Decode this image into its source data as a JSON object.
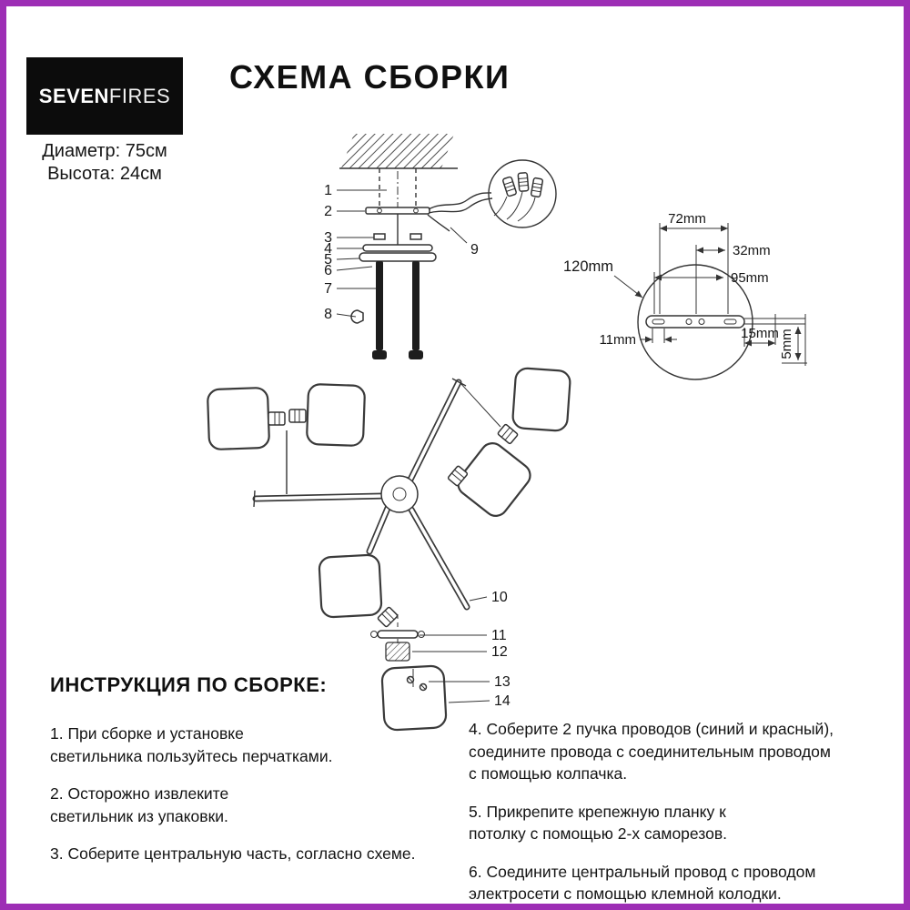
{
  "meta": {
    "accent_border_color": "#9d2eb5",
    "logo_background_color": "#0c0c0c",
    "drawing_line_color": "#333333"
  },
  "brand": {
    "bold": "SEVEN",
    "light": "FIRES"
  },
  "header": {
    "title": "СХЕМА СБОРКИ"
  },
  "specs": {
    "diameter": "Диаметр: 75см",
    "height": "Высота: 24см"
  },
  "callouts": {
    "c1": "1",
    "c2": "2",
    "c3": "3",
    "c4": "4",
    "c5": "5",
    "c6": "6",
    "c7": "7",
    "c8": "8",
    "c9": "9",
    "c10": "10",
    "c11": "11",
    "c12": "12",
    "c13": "13",
    "c14": "14"
  },
  "dimensions": {
    "d120": "120mm",
    "d72": "72mm",
    "d32": "32mm",
    "d95": "95mm",
    "d11": "11mm",
    "d15": "15mm",
    "d5": "5mm"
  },
  "instructions": {
    "heading": "ИНСТРУКЦИЯ ПО СБОРКЕ:",
    "left": [
      "1. При сборке и установке\nсветильника пользуйтесь перчатками.",
      "2. Осторожно извлеките\nсветильник из упаковки.",
      "3. Соберите центральную часть, согласно схеме."
    ],
    "right": [
      "4. Соберите 2 пучка проводов (синий и красный),\nсоедините провода с соединительным проводом\nс помощью колпачка.",
      "5. Прикрепите крепежную планку к\nпотолку с помощью 2-х саморезов.",
      "6. Соедините центральный провод с проводом\nэлектросети с помощью клемной колодки."
    ]
  }
}
